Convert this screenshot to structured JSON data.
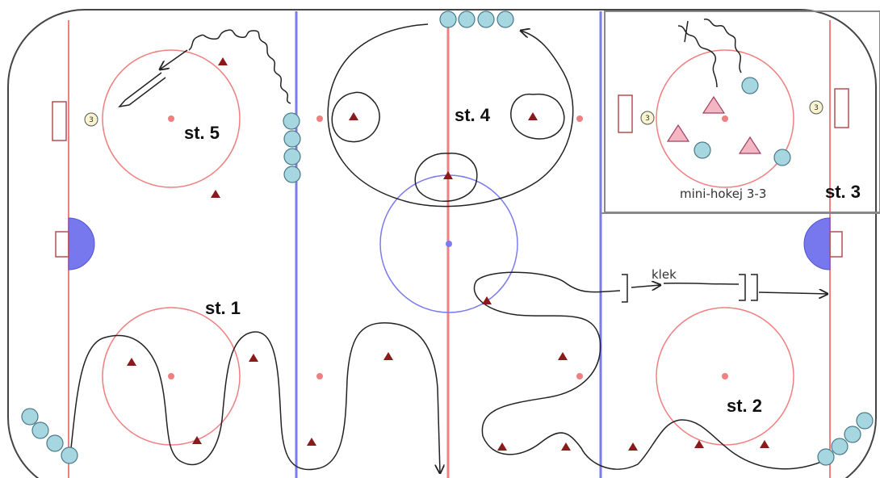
{
  "stations": {
    "st1": "st. 1",
    "st2": "st. 2",
    "st3": "st. 3",
    "st4": "st. 4",
    "st5": "st. 5"
  },
  "mini_game_label": "mini-hokej 3-3",
  "kneel_label": "klek",
  "puck_label": "3",
  "colors": {
    "red_line": "#f08080",
    "blue_line": "#7b7bf0",
    "cone": "#8b1a1a",
    "player_fill": "#a6d6e0",
    "opponent_fill": "#f4b6c2",
    "crease": "#7777ee",
    "path": "#222222"
  }
}
